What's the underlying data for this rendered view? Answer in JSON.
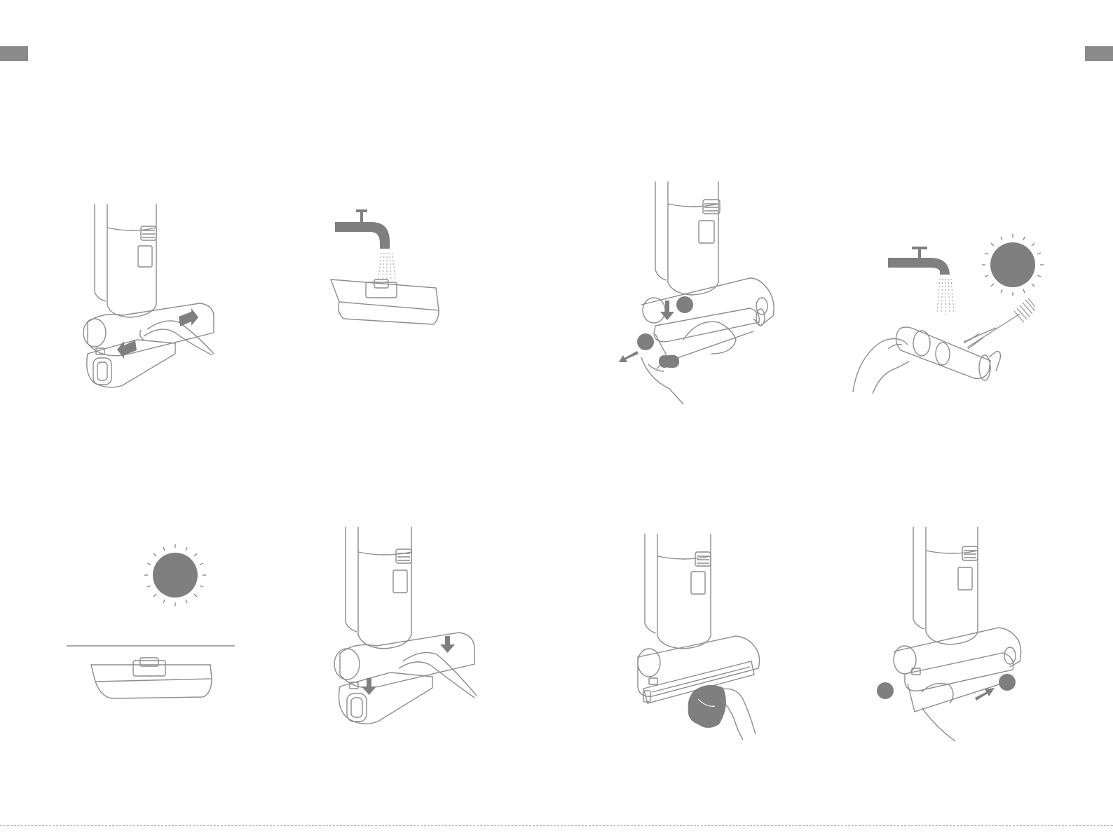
{
  "colors": {
    "line": "#8c8c8c",
    "fill": "#7f7f7f",
    "tab": "#8a8a8a",
    "background": "#ffffff"
  },
  "header": {
    "left_tab_icon": "page-tab-marker",
    "right_tab_icon": "page-tab-marker"
  },
  "illustrations": [
    {
      "id": "remove-water-tank",
      "icons": [
        "vacuum-body-icon",
        "press-arrow-icon",
        "hand-icon"
      ]
    },
    {
      "id": "rinse-water-tank",
      "icons": [
        "faucet-icon",
        "water-tank-icon"
      ]
    },
    {
      "id": "remove-roller",
      "icons": [
        "vacuum-body-icon",
        "down-arrow-icon",
        "pull-arrow-icon",
        "hand-icon",
        "step-circle-icon"
      ]
    },
    {
      "id": "rinse-and-dry-roller",
      "icons": [
        "faucet-icon",
        "sun-icon",
        "roller-icon",
        "brush-icon",
        "hand-icon"
      ]
    },
    {
      "id": "dry-water-tank",
      "icons": [
        "sun-icon",
        "water-tank-icon"
      ]
    },
    {
      "id": "reinstall-water-tank",
      "icons": [
        "vacuum-body-icon",
        "down-arrow-icon",
        "hand-icon"
      ]
    },
    {
      "id": "wipe-roller-cavity",
      "icons": [
        "vacuum-body-icon",
        "cloth-icon",
        "hand-icon"
      ]
    },
    {
      "id": "reinstall-roller",
      "icons": [
        "vacuum-body-icon",
        "push-arrow-icon",
        "hand-icon",
        "step-circle-icon"
      ]
    }
  ]
}
